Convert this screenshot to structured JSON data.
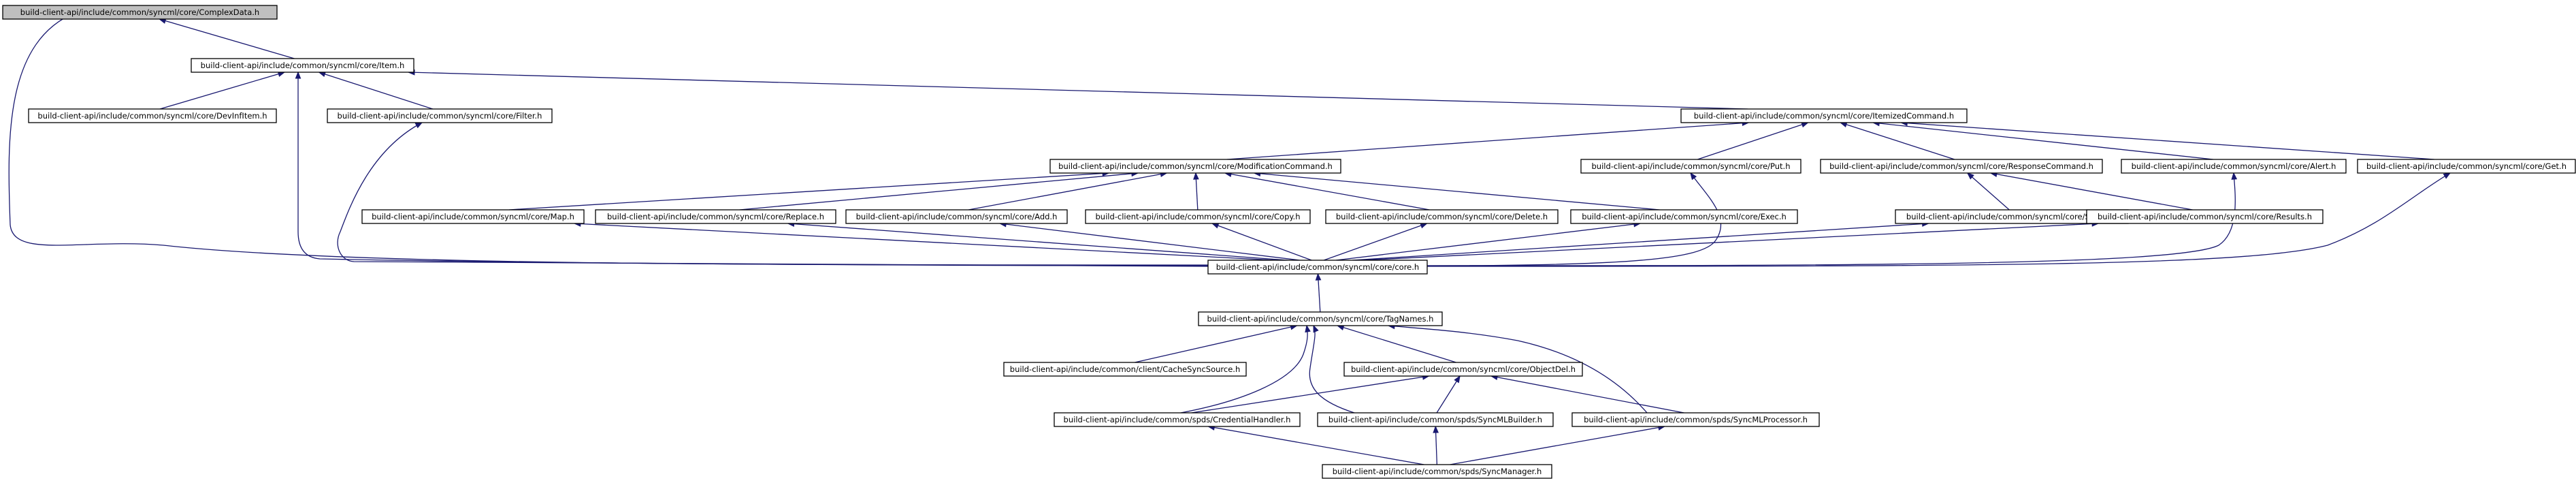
{
  "nodes": [
    {
      "id": "complexdata",
      "label": "build-client-api/include/common/syncml/core/ComplexData.h",
      "root": true
    },
    {
      "id": "item",
      "label": "build-client-api/include/common/syncml/core/Item.h"
    },
    {
      "id": "devinfitem",
      "label": "build-client-api/include/common/syncml/core/DevInfItem.h"
    },
    {
      "id": "filter",
      "label": "build-client-api/include/common/syncml/core/Filter.h"
    },
    {
      "id": "itemizedcommand",
      "label": "build-client-api/include/common/syncml/core/ItemizedCommand.h"
    },
    {
      "id": "modificationcommand",
      "label": "build-client-api/include/common/syncml/core/ModificationCommand.h"
    },
    {
      "id": "put",
      "label": "build-client-api/include/common/syncml/core/Put.h"
    },
    {
      "id": "responsecommand",
      "label": "build-client-api/include/common/syncml/core/ResponseCommand.h"
    },
    {
      "id": "alert",
      "label": "build-client-api/include/common/syncml/core/Alert.h"
    },
    {
      "id": "get",
      "label": "build-client-api/include/common/syncml/core/Get.h"
    },
    {
      "id": "map",
      "label": "build-client-api/include/common/syncml/core/Map.h"
    },
    {
      "id": "replace",
      "label": "build-client-api/include/common/syncml/core/Replace.h"
    },
    {
      "id": "add",
      "label": "build-client-api/include/common/syncml/core/Add.h"
    },
    {
      "id": "copy",
      "label": "build-client-api/include/common/syncml/core/Copy.h"
    },
    {
      "id": "delete",
      "label": "build-client-api/include/common/syncml/core/Delete.h"
    },
    {
      "id": "exec",
      "label": "build-client-api/include/common/syncml/core/Exec.h"
    },
    {
      "id": "status",
      "label": "build-client-api/include/common/syncml/core/Status.h"
    },
    {
      "id": "results",
      "label": "build-client-api/include/common/syncml/core/Results.h"
    },
    {
      "id": "core",
      "label": "build-client-api/include/common/syncml/core/core.h"
    },
    {
      "id": "tagnames",
      "label": "build-client-api/include/common/syncml/core/TagNames.h"
    },
    {
      "id": "cachesyncsource",
      "label": "build-client-api/include/common/client/CacheSyncSource.h"
    },
    {
      "id": "objectdel",
      "label": "build-client-api/include/common/syncml/core/ObjectDel.h"
    },
    {
      "id": "credentialhandler",
      "label": "build-client-api/include/common/spds/CredentialHandler.h"
    },
    {
      "id": "syncmlbuilder",
      "label": "build-client-api/include/common/spds/SyncMLBuilder.h"
    },
    {
      "id": "syncmlprocessor",
      "label": "build-client-api/include/common/spds/SyncMLProcessor.h"
    },
    {
      "id": "syncmanager",
      "label": "build-client-api/include/common/spds/SyncManager.h"
    }
  ],
  "edges": [
    {
      "from": "item",
      "to": "complexdata"
    },
    {
      "from": "core",
      "to": "complexdata"
    },
    {
      "from": "devinfitem",
      "to": "item"
    },
    {
      "from": "filter",
      "to": "item"
    },
    {
      "from": "itemizedcommand",
      "to": "item"
    },
    {
      "from": "core",
      "to": "item"
    },
    {
      "from": "core",
      "to": "filter"
    },
    {
      "from": "modificationcommand",
      "to": "itemizedcommand"
    },
    {
      "from": "put",
      "to": "itemizedcommand"
    },
    {
      "from": "responsecommand",
      "to": "itemizedcommand"
    },
    {
      "from": "alert",
      "to": "itemizedcommand"
    },
    {
      "from": "get",
      "to": "itemizedcommand"
    },
    {
      "from": "map",
      "to": "modificationcommand"
    },
    {
      "from": "replace",
      "to": "modificationcommand"
    },
    {
      "from": "add",
      "to": "modificationcommand"
    },
    {
      "from": "copy",
      "to": "modificationcommand"
    },
    {
      "from": "delete",
      "to": "modificationcommand"
    },
    {
      "from": "exec",
      "to": "modificationcommand"
    },
    {
      "from": "core",
      "to": "put"
    },
    {
      "from": "status",
      "to": "responsecommand"
    },
    {
      "from": "results",
      "to": "responsecommand"
    },
    {
      "from": "core",
      "to": "alert"
    },
    {
      "from": "core",
      "to": "get"
    },
    {
      "from": "core",
      "to": "map"
    },
    {
      "from": "core",
      "to": "replace"
    },
    {
      "from": "core",
      "to": "add"
    },
    {
      "from": "core",
      "to": "copy"
    },
    {
      "from": "core",
      "to": "delete"
    },
    {
      "from": "core",
      "to": "exec"
    },
    {
      "from": "core",
      "to": "status"
    },
    {
      "from": "core",
      "to": "results"
    },
    {
      "from": "tagnames",
      "to": "core"
    },
    {
      "from": "cachesyncsource",
      "to": "tagnames"
    },
    {
      "from": "objectdel",
      "to": "tagnames"
    },
    {
      "from": "credentialhandler",
      "to": "tagnames"
    },
    {
      "from": "syncmlbuilder",
      "to": "tagnames"
    },
    {
      "from": "syncmlprocessor",
      "to": "tagnames"
    },
    {
      "from": "credentialhandler",
      "to": "objectdel"
    },
    {
      "from": "syncmlbuilder",
      "to": "objectdel"
    },
    {
      "from": "syncmlprocessor",
      "to": "objectdel"
    },
    {
      "from": "syncmanager",
      "to": "credentialhandler"
    },
    {
      "from": "syncmanager",
      "to": "syncmlbuilder"
    },
    {
      "from": "syncmanager",
      "to": "syncmlprocessor"
    }
  ]
}
